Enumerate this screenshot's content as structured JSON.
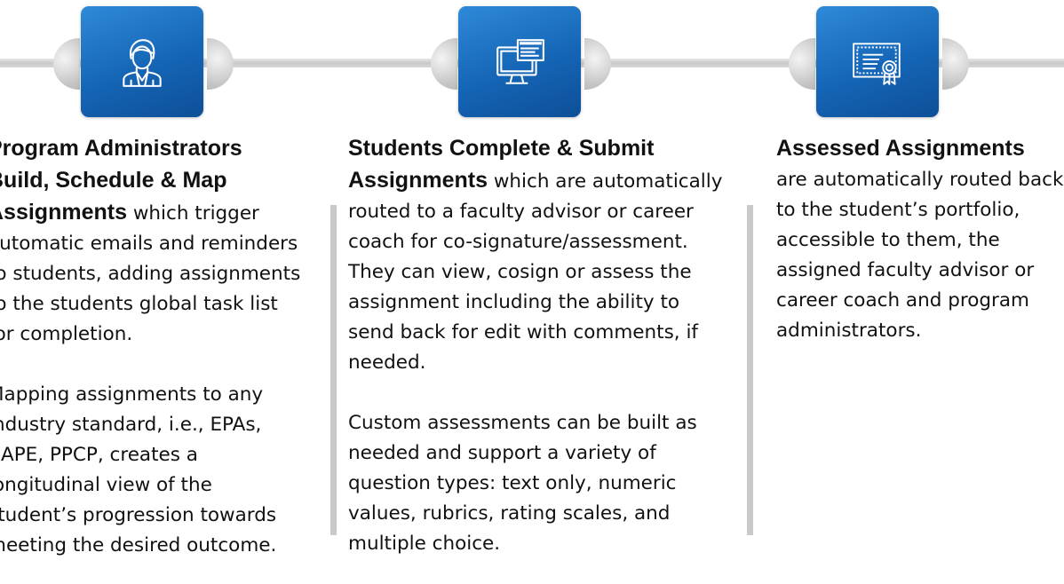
{
  "steps": [
    {
      "icon": "administrator-person-icon",
      "heading": "Program Administrators Build, Schedule & Map Assignments",
      "body_inline": "which trigger automatic emails and reminders to students, adding assignments to the students global task list for completion.",
      "paragraph2": "Mapping assignments to any industry standard, i.e., EPAs, CAPE, PPCP, creates a longitudinal view of the student’s progression towards meeting the desired outcome."
    },
    {
      "icon": "computer-monitor-icon",
      "heading": "Students Complete & Submit Assignments",
      "body_inline": "which are automatically routed to a faculty advisor or career coach for co-signature/assessment. They can view, cosign or assess the assignment including the ability to send back for edit with comments, if needed.",
      "paragraph2": "Custom assessments can be built as needed and support a variety of question types: text only, numeric values, rubrics, rating scales, and multiple choice."
    },
    {
      "icon": "certificate-icon",
      "heading": "Assessed Assignments",
      "body_inline": "are automatically routed back to the student’s portfolio, accessible to them, the assigned faculty advisor or career coach and program administrators."
    }
  ],
  "colors": {
    "tile_blue": "#1565b6",
    "track_gray": "#cfcfcf",
    "text": "#111111"
  }
}
